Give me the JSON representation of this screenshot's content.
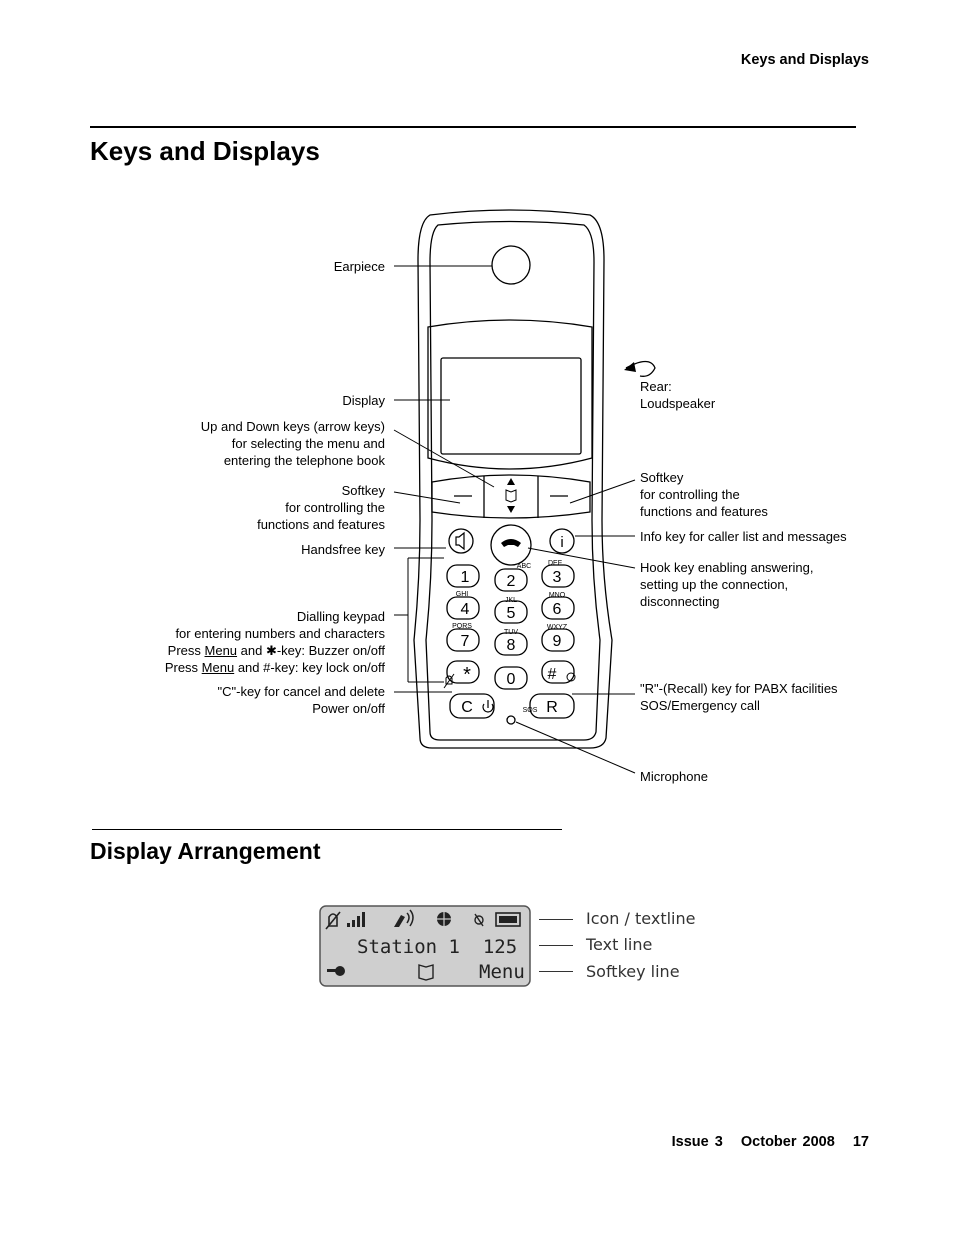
{
  "header": {
    "running_head": "Keys and Displays"
  },
  "section": {
    "title": "Keys and Displays"
  },
  "phone_labels": {
    "earpiece": "Earpiece",
    "display": "Display",
    "updown_title": "Up and Down keys",
    "updown_paren": " (arrow keys)",
    "updown_line2": "for selecting the menu and",
    "updown_line3": "entering the telephone book",
    "softkey_left_title": "Softkey",
    "softkey_left_line2": "for controlling the",
    "softkey_left_line3": "functions and features",
    "handsfree": "Handsfree key",
    "keypad_title": "Dialling keypad",
    "keypad_line2": "for entering numbers and characters",
    "keypad_line3_a": "Press ",
    "keypad_line3_menu": "Menu",
    "keypad_line3_b": " and ✱-key: Buzzer on/off",
    "keypad_line4_a": "Press ",
    "keypad_line4_menu": "Menu",
    "keypad_line4_b": " and #-key: key lock on/off",
    "ckey_title": "\"C\"-key",
    "ckey_rest": " for cancel and delete",
    "ckey_line2": "Power on/off",
    "rear_line1": "Rear:",
    "rear_line2": "Loudspeaker",
    "softkey_right_title": "Softkey",
    "softkey_right_line2": "for controlling the",
    "softkey_right_line3": "functions and features",
    "info_title": "Info key",
    "info_rest": " for caller list and messages",
    "hook_title": "Hook key",
    "hook_rest": " enabling answering,",
    "hook_line2": "setting up the connection,",
    "hook_line3": "disconnecting",
    "r_title_a": "\"R\"-",
    "r_title_b": "(Recall) ",
    "r_title_c": "key",
    "r_rest": " for PABX facilities",
    "r_line2": "SOS/Emergency call",
    "microphone": "Microphone"
  },
  "keypad": {
    "keys": [
      "1",
      "2",
      "3",
      "4",
      "5",
      "6",
      "7",
      "8",
      "9",
      "*",
      "0",
      "#"
    ],
    "letters": [
      "",
      "ABC",
      "DEF",
      "GHI",
      "JKL",
      "MNO",
      "PQRS",
      "TUV",
      "WXYZ",
      "",
      "",
      ""
    ],
    "c_key": "C",
    "r_key": "R",
    "sos": "SOS",
    "info_key": "i"
  },
  "subsection": {
    "title": "Display Arrangement"
  },
  "lcd": {
    "text_line": "Station 1  125",
    "softkey_right": "Menu",
    "icon_names": [
      "ringer-off-icon",
      "signal-strength-icon",
      "call-icon",
      "globe-icon",
      "alarm-icon",
      "battery-icon",
      "key-icon",
      "book-icon"
    ],
    "callouts": [
      "Icon / textline",
      "Text line",
      "Softkey line"
    ]
  },
  "footer": {
    "text": "Issue 3   October 2008   17"
  }
}
